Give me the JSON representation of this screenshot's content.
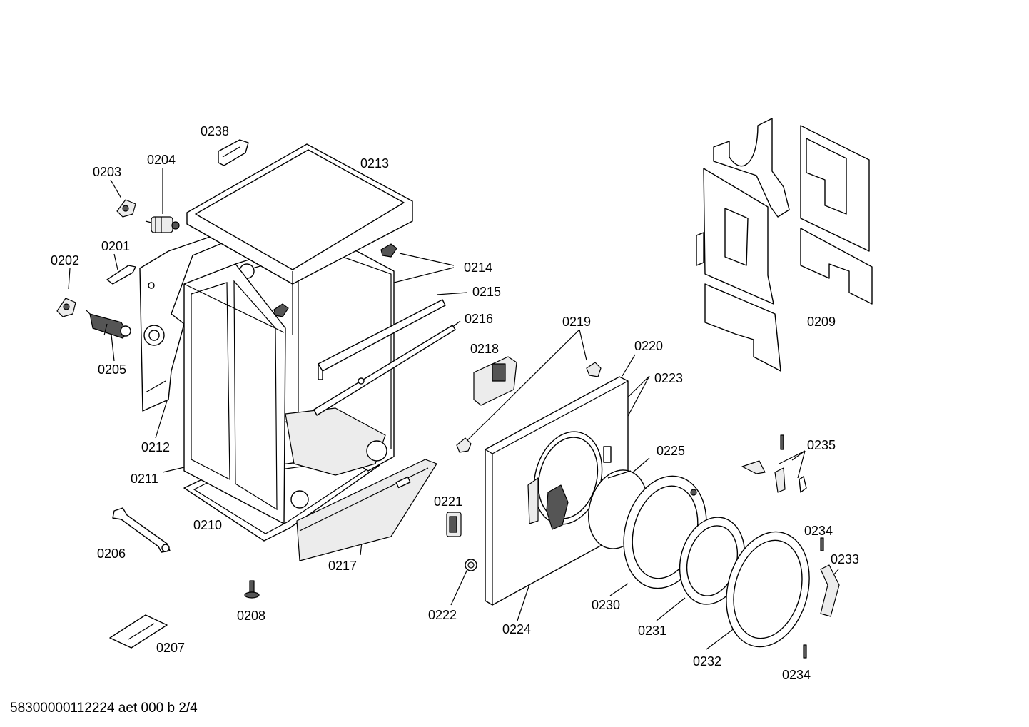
{
  "footer": "58300000112224 aet 000 b 2/4",
  "labels": {
    "p0201": "0201",
    "p0202": "0202",
    "p0203": "0203",
    "p0204": "0204",
    "p0205": "0205",
    "p0206": "0206",
    "p0207": "0207",
    "p0208": "0208",
    "p0209": "0209",
    "p0210": "0210",
    "p0211": "0211",
    "p0212": "0212",
    "p0213": "0213",
    "p0214": "0214",
    "p0215": "0215",
    "p0216": "0216",
    "p0217": "0217",
    "p0218": "0218",
    "p0219": "0219",
    "p0220": "0220",
    "p0221": "0221",
    "p0222": "0222",
    "p0223": "0223",
    "p0224": "0224",
    "p0225": "0225",
    "p0230": "0230",
    "p0231": "0231",
    "p0232": "0232",
    "p0233": "0233",
    "p0234a": "0234",
    "p0234b": "0234",
    "p0235": "0235",
    "p0238": "0238"
  }
}
